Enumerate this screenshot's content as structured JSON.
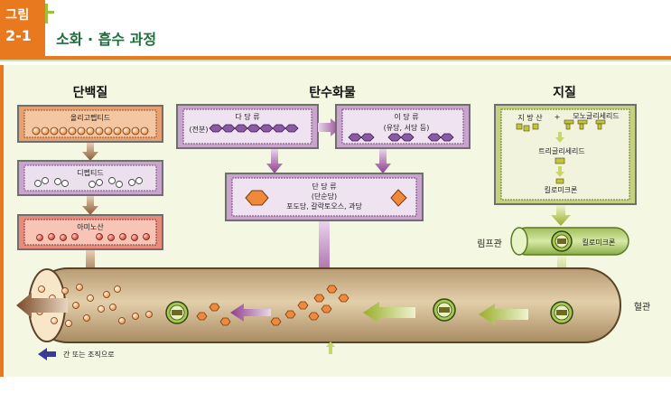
{
  "header": {
    "figure_label_line1": "그림",
    "figure_label_line2": "2-1",
    "title": "소화 · 흡수 과정"
  },
  "protein": {
    "title": "단백질",
    "oligopeptide": "올리고펩티드",
    "dipeptide": "디펩티드",
    "amino_acid": "아미노산"
  },
  "carb": {
    "title": "탄수화물",
    "polysaccharide": "다 당 류",
    "polysaccharide_sub": "(전분)",
    "disaccharide": "이 당 류",
    "disaccharide_sub": "(유당, 서당 등)",
    "monosaccharide": "단 당 류",
    "monosaccharide_sub1": "(단순당)",
    "monosaccharide_sub2": "포도당, 갈락토오스, 과당"
  },
  "lipid": {
    "title": "지질",
    "fatty_acid": "지 방 산",
    "plus": "+",
    "monoglyceride": "모노글리세리드",
    "triglyceride": "트리글리세리드",
    "chylomicron": "킬로미크론",
    "chylomicron_vessel": "킬로미크론"
  },
  "labels": {
    "lymph_vessel": "림프관",
    "blood_vessel": "혈관",
    "legend_to_liver": "간 또는 조직으로"
  },
  "colors": {
    "protein_box": "#e9a070",
    "protein_arrow": "#9b6a45",
    "carb_box": "#c9a4cf",
    "carb_arrow": "#a0559e",
    "lipid_box": "#c4d27f",
    "lipid_arrow": "#b4c24a",
    "vessel": "#c9b08a",
    "accent_orange": "#e8791f"
  }
}
